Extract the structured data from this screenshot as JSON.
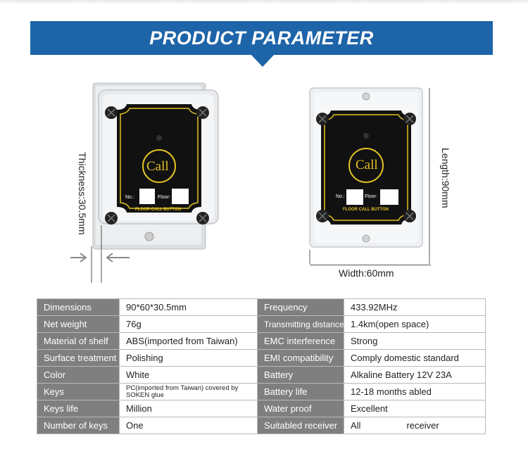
{
  "banner": {
    "title": "PRODUCT PARAMETER"
  },
  "device_left": {
    "button_label": "Call",
    "no_label": "No.:",
    "floor_label": "Floor:",
    "panel_caption": "FLOOR CALL BUTTON",
    "dimension_label": "Thickness:30.5mm"
  },
  "device_right": {
    "button_label": "Call",
    "no_label": "No.:",
    "floor_label": "Floor:",
    "panel_caption": "FLOOR CALL BUTTON",
    "length_label": "Length:90mm",
    "width_label": "Width:60mm"
  },
  "params": {
    "rows": [
      {
        "l1": "Dimensions",
        "v1": "90*60*30.5mm",
        "l2": "Frequency",
        "v2": "433.92MHz"
      },
      {
        "l1": "Net weight",
        "v1": "76g",
        "l2": "Transmitting distance",
        "v2": "1.4km(open space)"
      },
      {
        "l1": "Material of shelf",
        "v1": "ABS(imported from Taiwan)",
        "l2": "EMC interference",
        "v2": "Strong"
      },
      {
        "l1": "Surface treatment",
        "v1": "Polishing",
        "l2": "EMI compatibility",
        "v2": "Comply domestic standard"
      },
      {
        "l1": "Color",
        "v1": "White",
        "l2": "Battery",
        "v2": "Alkaline Battery 12V 23A"
      },
      {
        "l1": "Keys",
        "v1": "PC(imported from Taiwan) covered by SOKEN glue",
        "l2": "Battery life",
        "v2": "12-18 months abled"
      },
      {
        "l1": "Keys life",
        "v1": "Million",
        "l2": "Water proof",
        "v2": "Excellent"
      },
      {
        "l1": "Number of keys",
        "v1": "One",
        "l2": "Suitabled receiver",
        "v2": "All                  receiver"
      }
    ]
  },
  "colors": {
    "banner": "#1e64a8",
    "label_bg": "#7f7f7f",
    "panel": "#111111",
    "accent": "#e3c224"
  }
}
